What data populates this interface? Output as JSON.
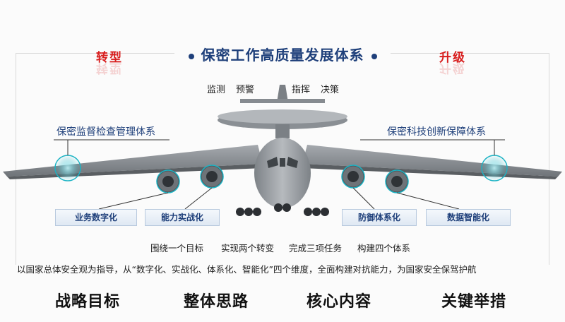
{
  "header": {
    "title": "保密工作高质量发展体系",
    "left_tag": "转型",
    "right_tag": "升级"
  },
  "top_functions": [
    "监测",
    "预警",
    "指挥",
    "决策"
  ],
  "wing_systems": {
    "left": "保密监督检查管理体系",
    "right": "保密科技创新保障体系"
  },
  "engine_nodes": [
    "业务数字化",
    "能力实战化",
    "防御体系化",
    "数据智能化"
  ],
  "summary_line": [
    "围绕一个目标",
    "实现两个转变",
    "完成三项任务",
    "构建四个体系"
  ],
  "description": "以国家总体安全观为指导，从“数字化、实战化、体系化、智能化”四个维度，全面构建对抗能力，为国家安全保驾护航",
  "bottom_labels": [
    "战略目标",
    "整体思路",
    "核心内容",
    "关键举措"
  ],
  "colors": {
    "title_blue": "#1e3f7a",
    "accent_red": "#d81e1e",
    "teal_ring": "#1bb3c4",
    "aircraft_gray": "#8c9196"
  },
  "icons": {
    "aircraft": "awacs-aircraft-illustration",
    "glow": "teal-ring-glow"
  }
}
